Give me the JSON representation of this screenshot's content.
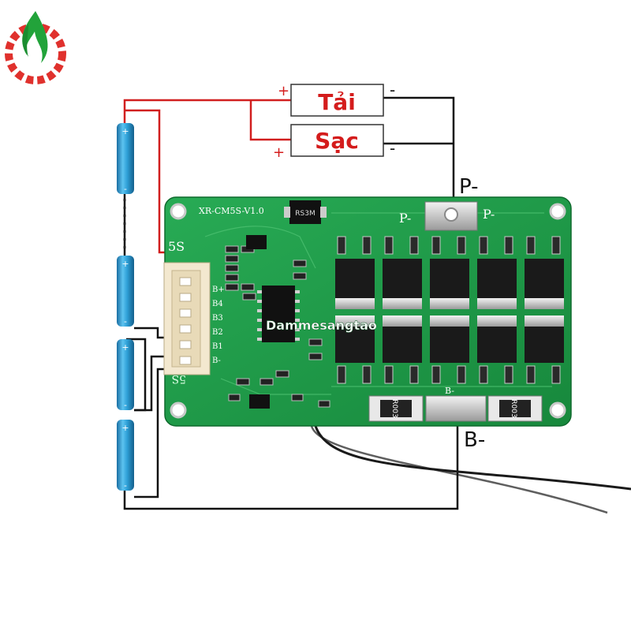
{
  "labels": {
    "load": "Tải",
    "charge": "Sạc",
    "plus": "+",
    "minus": "-",
    "p_minus_outer": "P-",
    "b_minus_outer": "B-"
  },
  "board": {
    "model": "XR-CM5S-V1.0",
    "series": "5S",
    "series_bottom": "5S",
    "watermark": "Dammesangtao",
    "pad_p_left": "P-",
    "pad_p_right": "P-",
    "pad_b": "B-",
    "mosfet_chip": "RS3M",
    "resistor_left": "R003",
    "resistor_right": "R003",
    "pins": [
      "B+",
      "B4",
      "B3",
      "B2",
      "B1",
      "B-"
    ]
  },
  "colors": {
    "pcb": "#1f9e4a",
    "pcb_dark": "#137a36",
    "wire_red": "#d11f1f",
    "wire_black": "#111111",
    "cell": "#2e9fd6",
    "text_red": "#d41c1c",
    "logo_green": "#22a33a",
    "logo_red": "#e0312d"
  }
}
